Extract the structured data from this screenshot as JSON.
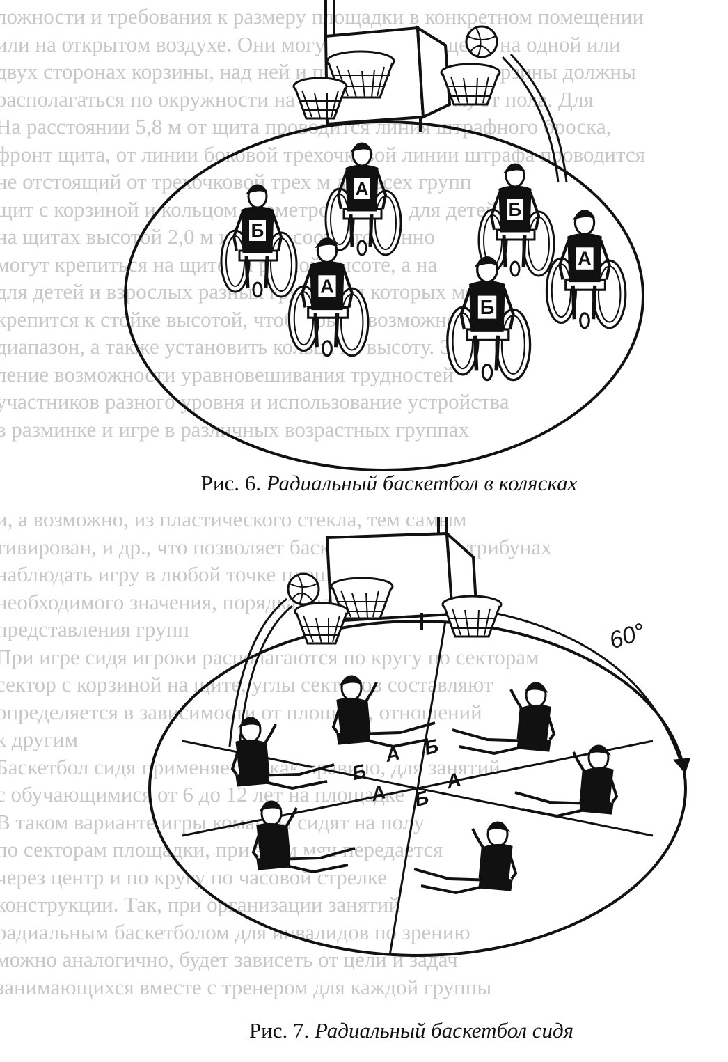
{
  "background_text": {
    "figure6": [
      "ложности и требования к размеру площадки в конкретном помещении",
      "или на открытом воздухе. Они могут быть размещены на одной или",
      "двух сторонах корзины, над ней и по всей ее длине. Корзины должны",
      "располагаться по окружности на одной высоте (3 м) от пола. Для",
      "На расстоянии 5,8 м от щита проводится линия штрафного броска,",
      "фронт щита, от линии боковой трехочковой линии штрафа проводится",
      "не отстоящий от трехочковой трех м для всех групп",
      "щит с корзиной и кольцом диаметром 45 см, для детей",
      "на щитах высотой 2,0 м и 1,5 м, соответственно",
      "могут крепиться на щите на разной высоте, а на",
      "для детей и взрослых разных групп, для которых мяч",
      "крепится к стойке высотой, чтобы было возможно",
      "диапазон, а также установить кольца на высоту. Это",
      "ление возможности уравновешивания трудностей",
      "участников разного уровня и использование устройства",
      "в разминке и игре в различных возрастных группах"
    ],
    "figure7": [
      "и, а возможно, из пластического стекла, тем самым",
      "тивирован, и др., что позволяет баскетболистам на трибунах",
      "наблюдать игру в любой точке площадки. В основу",
      "необходимого значения, порядка значимости и",
      "представления групп",
      "При игре сидя игроки располагаются по кругу по секторам",
      "сектор с корзиной на щите, углы секторов составляют",
      "определяется в зависимости от площади, отношений",
      "к другим",
      "Баскетбол сидя применяется, как правило, для занятий",
      "с обучающимися от 6 до 12 лет на площадке",
      "В таком варианте игры команды сидят на полу",
      "по секторам площадки, при этом мяч передается",
      "через центр и по кругу по часовой стрелке",
      "конструкции. Так, при организации занятий",
      "радиальным баскетболом для инвалидов по зрению",
      "можно аналогично, будет зависеть от цели и задач",
      "занимающихся вместе с тренером для каждой группы"
    ]
  },
  "figure6": {
    "team_letters": [
      "А",
      "Б"
    ],
    "caption_prefix": "Рис. 6.",
    "caption_title": "Радиальный баскетбол в колясках"
  },
  "figure7": {
    "team_letters": [
      "А",
      "Б"
    ],
    "angle_label": "60°",
    "caption_prefix": "Рис. 7.",
    "caption_title": "Радиальный баскетбол сидя"
  }
}
